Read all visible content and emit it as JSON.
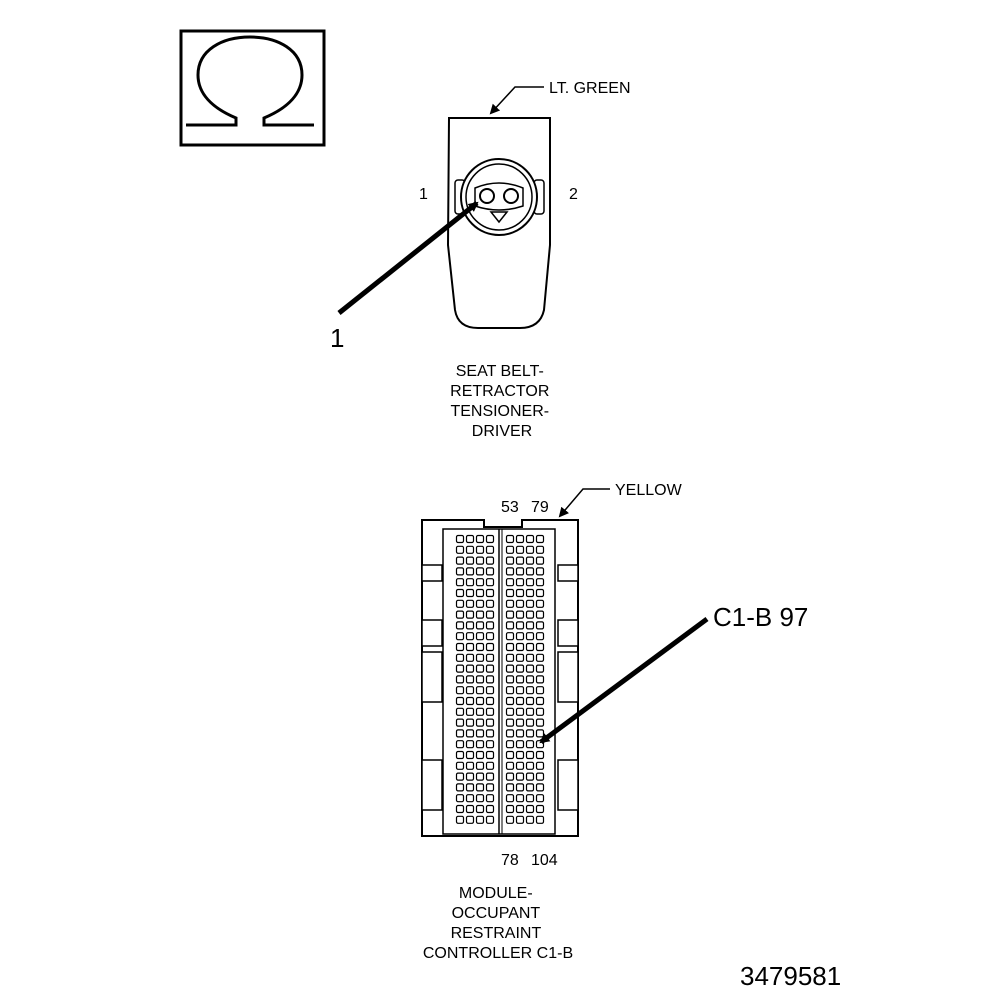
{
  "symbol": {
    "icon": "ohm-icon"
  },
  "tensioner_connector": {
    "color_label": "LT. GREEN",
    "pin_left": "1",
    "pin_right": "2",
    "callout": "1",
    "caption_lines": [
      "SEAT BELT-",
      "RETRACTOR",
      "TENSIONER-",
      "DRIVER"
    ]
  },
  "module_connector": {
    "color_label": "YELLOW",
    "top_pins": [
      "53",
      "79"
    ],
    "bottom_pins": [
      "78",
      "104"
    ],
    "callout": "C1-B 97",
    "caption_lines": [
      "MODULE-",
      "OCCUPANT",
      "RESTRAINT",
      "CONTROLLER C1-B"
    ]
  },
  "figure_id": "3479581"
}
